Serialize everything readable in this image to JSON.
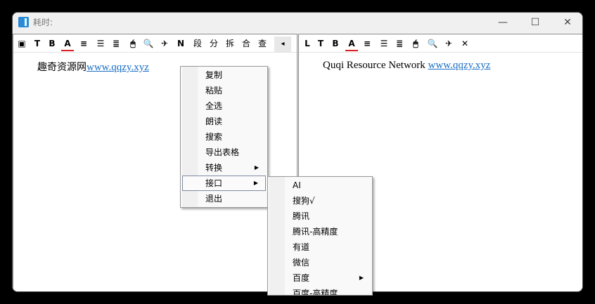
{
  "window": {
    "title": "耗时:",
    "controls": {
      "minimize": "—",
      "maximize": "☐",
      "close": "✕"
    }
  },
  "left_pane": {
    "toolbar": [
      "▣",
      "T",
      "B",
      "A",
      "≡",
      "☰",
      "≣",
      "🖱",
      "🔍",
      "✈",
      "N",
      "段",
      "分",
      "拆",
      "合",
      "查"
    ],
    "collapse": "◂",
    "text": "趣奇资源网",
    "link": "www.qqzy.xyz"
  },
  "right_pane": {
    "toolbar": [
      "L",
      "T",
      "B",
      "A",
      "≡",
      "☰",
      "≣",
      "🖱",
      "🔍",
      "✈",
      "✕"
    ],
    "text": "Quqi Resource Network ",
    "link": "www.qqzy.xyz"
  },
  "context_menu": {
    "items": [
      "复制",
      "粘贴",
      "全选",
      "朗读",
      "搜索",
      "导出表格",
      "转换",
      "接口",
      "退出"
    ],
    "highlighted": "接口",
    "submenu_arrow": "▶"
  },
  "submenu": {
    "items": [
      "AI",
      "搜狗√",
      "腾讯",
      "腾讯-高精度",
      "有道",
      "微信",
      "百度",
      "百度-高精度"
    ]
  },
  "colors": {
    "link": "#1a6fc4",
    "font_color_underline": "#e02020"
  }
}
